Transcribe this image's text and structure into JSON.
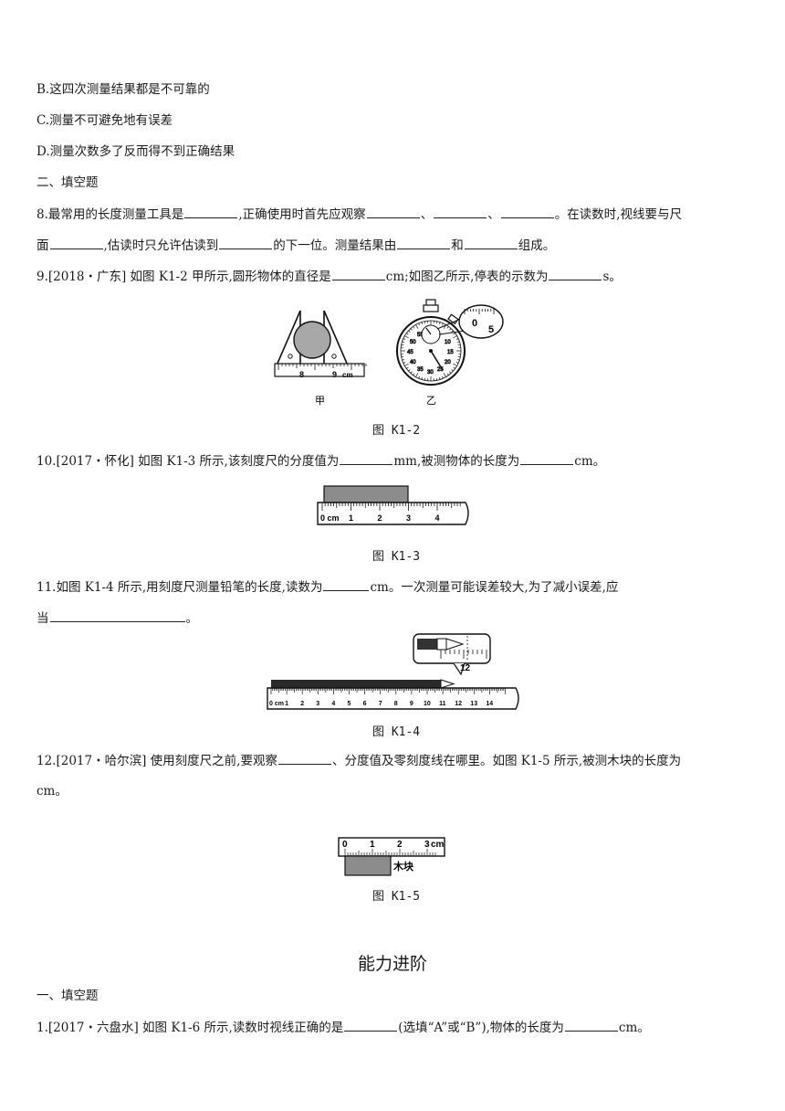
{
  "options": {
    "b": "B.这四次测量结果都是不可靠的",
    "c": "C.测量不可避免地有误差",
    "d": "D.测量次数多了反而得不到正确结果"
  },
  "section_fill": "二、填空题",
  "q8": {
    "p1": "8.最常用的长度测量工具是",
    "p2": ",正确使用时首先应观察",
    "p3": "、",
    "p4": "、",
    "p5": "。在读数时,视线要与尺",
    "p6": "面",
    "p7": ",估读时只允许估读到",
    "p8": "的下一位。测量结果由",
    "p9": "和",
    "p10": "组成。"
  },
  "q9": {
    "p1": "9.[2018・广东] 如图 K1-2 甲所示,圆形物体的直径是",
    "p2": "cm;如图乙所示,停表的示数为",
    "p3": "s。"
  },
  "fig_k1_2": {
    "caption": "图 K1-2",
    "label_jia": "甲",
    "label_yi": "乙",
    "ruler_labels": [
      "8",
      "9",
      "cm"
    ],
    "dial_labels": [
      "55",
      "50",
      "45",
      "40",
      "35",
      "30",
      "25",
      "20",
      "15",
      "10",
      "5"
    ],
    "inset_labels": [
      "0",
      "5"
    ]
  },
  "q10": {
    "p1": "10.[2017・怀化] 如图 K1-3 所示,该刻度尺的分度值为",
    "p2": "mm,被测物体的长度为",
    "p3": "cm。"
  },
  "fig_k1_3": {
    "caption": "图 K1-3",
    "ruler_labels": [
      "0 cm",
      "1",
      "2",
      "3",
      "4"
    ]
  },
  "q11": {
    "p1": "11.如图 K1-4 所示,用刻度尺测量铅笔的长度,读数为",
    "p2": "cm。一次测量可能误差较大,为了减小误差,应",
    "p3": "当",
    "p4": "。"
  },
  "fig_k1_4": {
    "caption": "图 K1-4",
    "ruler_labels": [
      "0 cm",
      "1",
      "2",
      "3",
      "4",
      "5",
      "6",
      "7",
      "8",
      "9",
      "10",
      "11",
      "12",
      "13",
      "14"
    ],
    "zoom_label": "12"
  },
  "q12": {
    "p1": "12.[2017・哈尔滨] 使用刻度尺之前,要观察",
    "p2": "、分度值及零刻度线在哪里。如图 K1-5 所示,被测木块的长度为",
    "p3": "cm。"
  },
  "fig_k1_5": {
    "caption": "图 K1-5",
    "ruler_labels": [
      "0",
      "1",
      "2",
      "3",
      "cm"
    ],
    "block_label": "木块"
  },
  "section_ability": "能力进阶",
  "section_fill2": "一、填空题",
  "q1": {
    "p1": "1.[2017・六盘水] 如图 K1-6 所示,读数时视线正确的是",
    "p2": "(选填“A”或“B”),物体的长度为",
    "p3": "cm。"
  }
}
